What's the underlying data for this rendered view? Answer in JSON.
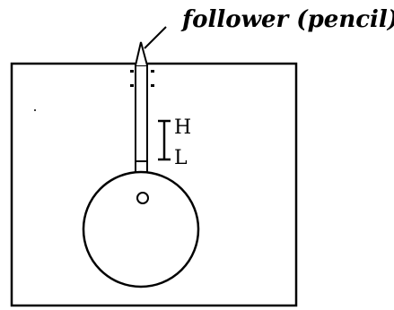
{
  "labels": {
    "follower": "follower (pencil)",
    "high": "H",
    "low": "L"
  },
  "colors": {
    "stroke": "#000000",
    "background": "#ffffff"
  }
}
